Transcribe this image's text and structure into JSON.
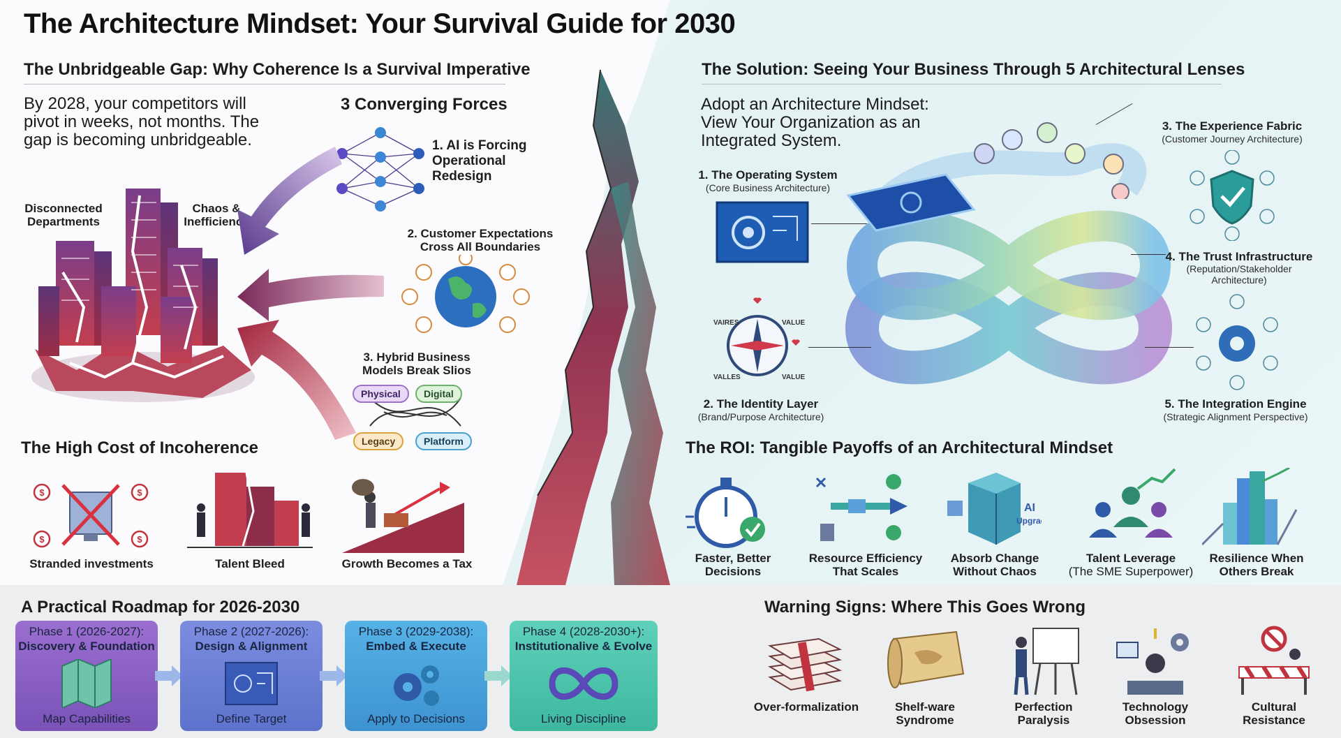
{
  "title": "The Architecture Mindset: Your Survival Guide for 2030",
  "left": {
    "gap_heading": "The Unbridgeable Gap: Why Coherence Is a Survival Imperative",
    "gap_text_1": "By 2028, your competitors will",
    "gap_text_2": "pivot in weeks, not months. The",
    "gap_text_3": "gap is becoming unbridgeable.",
    "city_label_left_1": "Disconnected",
    "city_label_left_2": "Departments",
    "city_label_right_1": "Chaos &",
    "city_label_right_2": "Inefficiency",
    "forces_heading": "3 Converging Forces",
    "force_1_l1": "1. AI is Forcing",
    "force_1_l2": "Operational",
    "force_1_l3": "Redesign",
    "force_2_l1": "2. Customer Expectations",
    "force_2_l2": "Cross All Boundaries",
    "force_3_l1": "3. Hybrid Business",
    "force_3_l2": "Models Break Slios",
    "chips": [
      "Physical",
      "Digital",
      "Legacy",
      "Platform"
    ],
    "cost_heading": "The High Cost of Incoherence",
    "costs": [
      "Stranded investments",
      "Talent Bleed",
      "Growth Becomes a Tax"
    ]
  },
  "right": {
    "solution_heading": "The Solution: Seeing Your Business Through 5 Architectural Lenses",
    "adopt_1": "Adopt an Architecture Mindset:",
    "adopt_2": "View Your Organization as an",
    "adopt_3": "Integrated System.",
    "lens_1": "1. The Operating System",
    "lens_1_sub": "(Core Business Architecture)",
    "lens_2": "2. The Identity Layer",
    "lens_2_sub": "(Brand/Purpose Architecture)",
    "lens_3": "3. The Experience Fabric",
    "lens_3_sub": "(Customer Journey Architecture)",
    "lens_4": "4. The Trust Infrastructure",
    "lens_4_sub_1": "(Reputation/Stakeholder",
    "lens_4_sub_2": "Architecture)",
    "lens_5": "5. The Integration Engine",
    "lens_5_sub": "(Strategic Alignment Perspective)",
    "compass_words": [
      "VAIRES",
      "VALUE",
      "VALLES",
      "VALUE"
    ],
    "roi_heading": "The ROI: Tangible Payoffs of an Architectural Mindset",
    "roi": [
      {
        "l1": "Faster, Better",
        "l2": "Decisions"
      },
      {
        "l1": "Resource Efficiency",
        "l2": "That Scales"
      },
      {
        "l1": "Absorb Change",
        "l2": "Without Chaos"
      },
      {
        "l1": "Talent Leverage",
        "l2": "(The SME Superpower)"
      },
      {
        "l1": "Resilience When",
        "l2": "Others Break"
      }
    ],
    "ai_upgrade_1": "AI",
    "ai_upgrade_2": "Upgrade"
  },
  "roadmap": {
    "heading": "A Practical Roadmap for 2026-2030",
    "phases": [
      {
        "title": "Phase 1 (2026-2027):",
        "name": "Discovery & Foundation",
        "bottom": "Map Capabilities"
      },
      {
        "title": "Phase 2 (2027-2026):",
        "name": "Design & Alignment",
        "bottom": "Define Target"
      },
      {
        "title": "Phase 3 (2029-2038):",
        "name": "Embed & Execute",
        "bottom": "Apply to Decisions"
      },
      {
        "title": "Phase 4 (2028-2030+):",
        "name": "Institutionalive & Evolve",
        "bottom": "Living Discipline"
      }
    ]
  },
  "warnings": {
    "heading": "Warning Signs: Where This Goes Wrong",
    "items": [
      {
        "l1": "Over-formalization",
        "l2": ""
      },
      {
        "l1": "Shelf-ware",
        "l2": "Syndrome"
      },
      {
        "l1": "Perfection",
        "l2": "Paralysis"
      },
      {
        "l1": "Technology",
        "l2": "Obsession"
      },
      {
        "l1": "Cultural",
        "l2": "Resistance"
      }
    ]
  },
  "colors": {
    "phase1": "#8f63c9",
    "phase2": "#6b7fd8",
    "phase3": "#4aa6e0",
    "phase4": "#4fc9b4",
    "crimson": "#9b2f4d",
    "teal": "#2a9d9a"
  }
}
